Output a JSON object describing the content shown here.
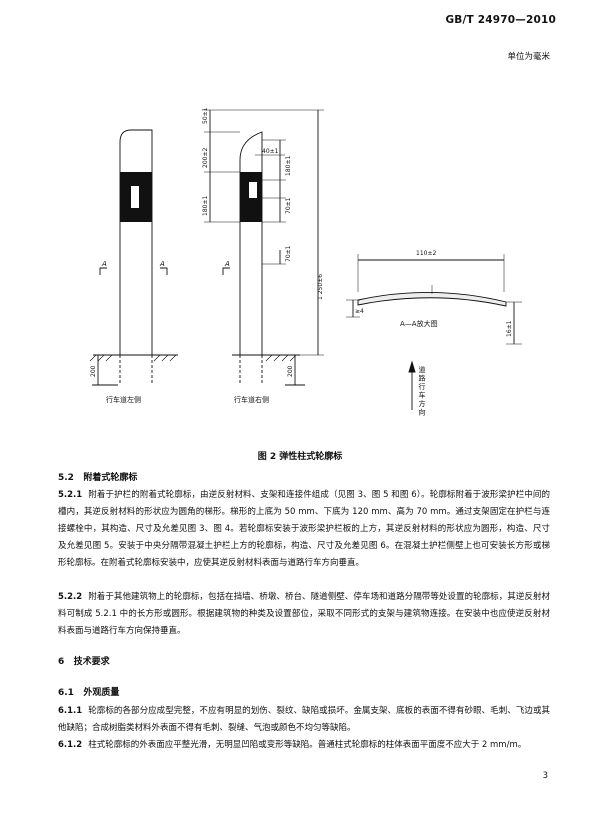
{
  "header": {
    "standard_number": "GB/T 24970—2010",
    "units": "单位为毫米"
  },
  "figure": {
    "dims": {
      "d50": "50±1",
      "d200": "200±2",
      "d180a": "180±1",
      "d40": "40±1",
      "d180b": "180±1",
      "d70a": "70±1",
      "d70b": "70±1",
      "d1250": "1 250±6",
      "d200a": "200",
      "d200b": "200",
      "d110": "110±2",
      "d4": "≥4",
      "d16": "16±1"
    },
    "section_mark": "A",
    "left_label": "行车道左侧",
    "right_label": "行车道右侧",
    "detail_label": "A—A放大图",
    "direction_label": "道路行车方向",
    "caption": "图 2   弹性柱式轮廓标"
  },
  "sections": [
    {
      "num": "5.2",
      "title": "附着式轮廓标"
    },
    {
      "num": "5.2.1",
      "text": "附着于护栏的附着式轮廓标，由逆反射材料、支架和连接件组成（见图 3、图 5 和图 6）。轮廓标附着于波形梁护栏中间的槽内，其逆反射材料的形状应为圆角的梯形。梯形的上底为 50 mm、下底为 120 mm、高为 70 mm。通过支架固定在护栏与连接螺栓中，其构造、尺寸及允差见图 3、图 4。若轮廓标安装于波形梁护栏板的上方，其逆反射材料的形状应为圆形，构造、尺寸及允差见图 5。安装于中央分隔带混凝土护栏上方的轮廓标，构造、尺寸及允差见图 6。在混凝土护栏侧壁上也可安装长方形或梯形轮廓标。在附着式轮廓标安装中，应使其逆反射材料表面与道路行车方向垂直。"
    },
    {
      "num": "5.2.2",
      "text": "附着于其他建筑物上的轮廓标，包括在挡墙、桥墩、桥台、隧道侧壁、停车场和道路分隔带等处设置的轮廓标，其逆反射材料可制成 5.2.1 中的长方形或圆形。根据建筑物的种类及设置部位，采取不同形式的支架与建筑物连接。在安装中也应使逆反射材料表面与道路行车方向保持垂直。"
    },
    {
      "num": "6",
      "title": "技术要求"
    },
    {
      "num": "6.1",
      "title": "外观质量"
    },
    {
      "num": "6.1.1",
      "text": "轮廓标的各部分应成型完整，不应有明显的划伤、裂纹、缺陷或损坏。金属支架、底板的表面不得有砂眼、毛刺、飞边或其他缺陷；合成树脂类材料外表面不得有毛刺、裂缝、气泡或颜色不均匀等缺陷。"
    },
    {
      "num": "6.1.2",
      "text": "柱式轮廓标的外表面应平整光滑，无明显凹陷或变形等缺陷。普通柱式轮廓标的柱体表面平面度不应大于 2 mm/m。"
    }
  ],
  "page_number": "3"
}
